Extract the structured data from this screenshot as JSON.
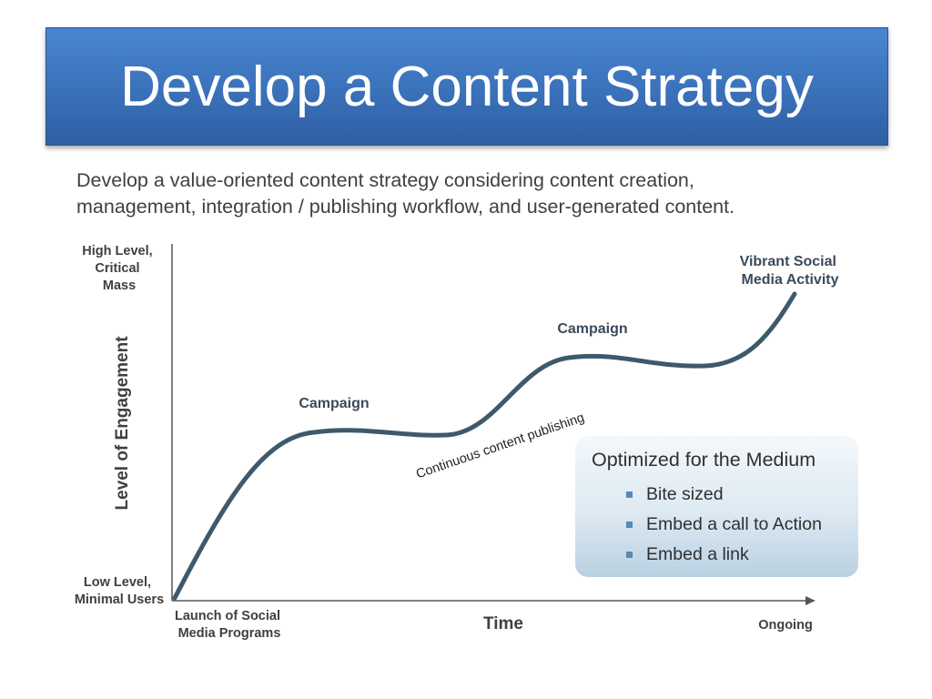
{
  "title": "Develop a Content Strategy",
  "intro": {
    "line1": "Develop a value-oriented content strategy considering content creation,",
    "line2": "management, integration / publishing workflow, and user-generated content."
  },
  "diagram": {
    "y_axis_label": "Level of Engagement",
    "y_high": [
      "High Level,",
      "Critical",
      "Mass"
    ],
    "y_low": [
      "Low Level,",
      "Minimal Users"
    ],
    "x_axis_label": "Time",
    "x_start": [
      "Launch of Social",
      "Media Programs"
    ],
    "x_end": "Ongoing",
    "peak_label_1": "Campaign",
    "peak_label_2": "Campaign",
    "end_label": [
      "Vibrant Social",
      "Media Activity"
    ],
    "curve_label": "Continuous content publishing",
    "curve_color": "#3d5a6c"
  },
  "callout": {
    "title": "Optimized for the Medium",
    "items": [
      "Bite sized",
      "Embed a call to Action",
      "Embed a link"
    ]
  }
}
